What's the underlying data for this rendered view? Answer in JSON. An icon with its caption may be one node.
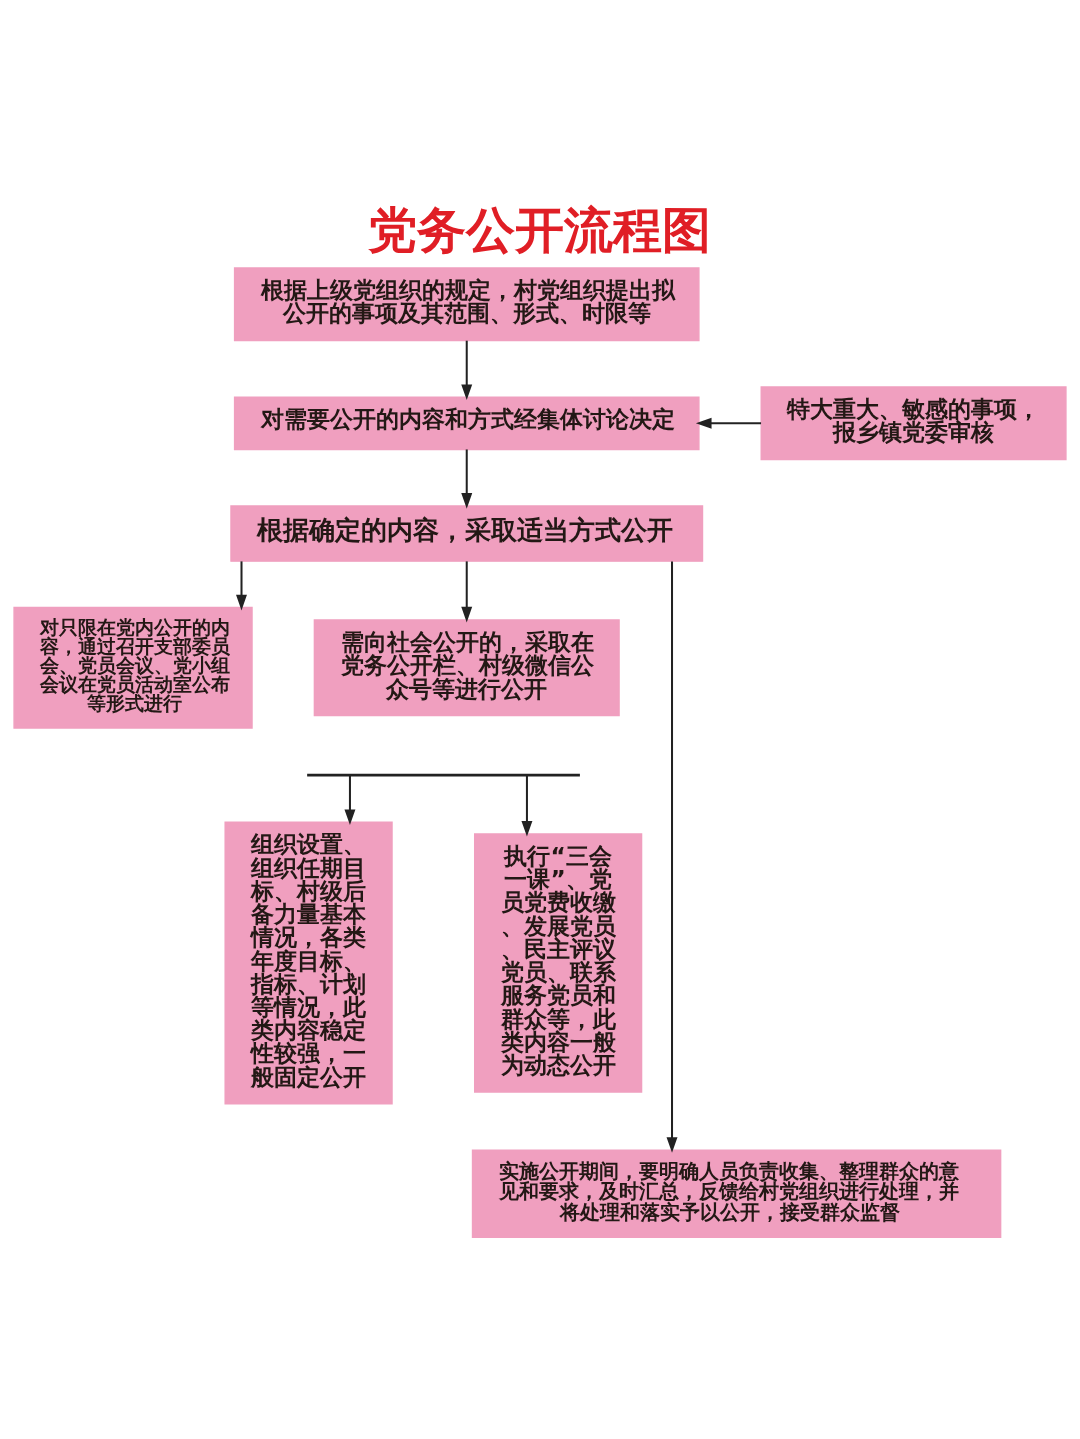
{
  "diagram": {
    "title": "党务公开流程图",
    "nodes": [
      {
        "text": [
          "根据上级党组织的规定，村党组织提出拟公开的事项及其范围、形式、时限等"
        ]
      },
      {
        "text": [
          "对需要公开的内容和方式经集体讨论决定"
        ]
      },
      {
        "text": [
          "特大重大、敏感的事项，报乡镇党委审核"
        ]
      },
      {
        "text": [
          "根据确定的内容，采取适当方式公开"
        ]
      },
      {
        "text": [
          "对只限在党内公开的内容，通过召开支部委员会、党员会议、党小组会议在党员活动室公布等形式进行"
        ]
      },
      {
        "text": [
          "需向社会公开的，采取在党务公开栏、村级微信公众号等进行公开"
        ]
      },
      {
        "text": [],
        "shape": "bar"
      },
      {
        "text": [
          "组织设置、组织任期目标、村级后备力量基本情况，各类年度目标、指标、计划等情况，此类内容稳定性较强，一般固定公开"
        ]
      },
      {
        "text": [
          "执行“三会一课”、党员党费收缴、发展党员、民主评议党员、联系服务党员和群众等，此类内容一般为动态公开"
        ]
      },
      {
        "text": [
          "实施公开期间，要明确人员负责收集、整理群众的意见和要求，及时汇总，反馈给村党组织进行处理，并将处理和落实予以公开，接受群众监督"
        ]
      }
    ],
    "edges": [
      {
        "from": 0,
        "to": 1,
        "arrow": "to"
      },
      {
        "from": 2,
        "to": 1,
        "arrow": "to"
      },
      {
        "from": 1,
        "to": 3,
        "arrow": "to"
      },
      {
        "from": 3,
        "to": 4,
        "arrow": "to"
      },
      {
        "from": 3,
        "to": 5,
        "arrow": "to"
      },
      {
        "from": 6,
        "to": 7,
        "arrow": "to"
      },
      {
        "from": 6,
        "to": 8,
        "arrow": "to"
      },
      {
        "from": 3,
        "to": 9,
        "arrow": "to"
      }
    ]
  }
}
